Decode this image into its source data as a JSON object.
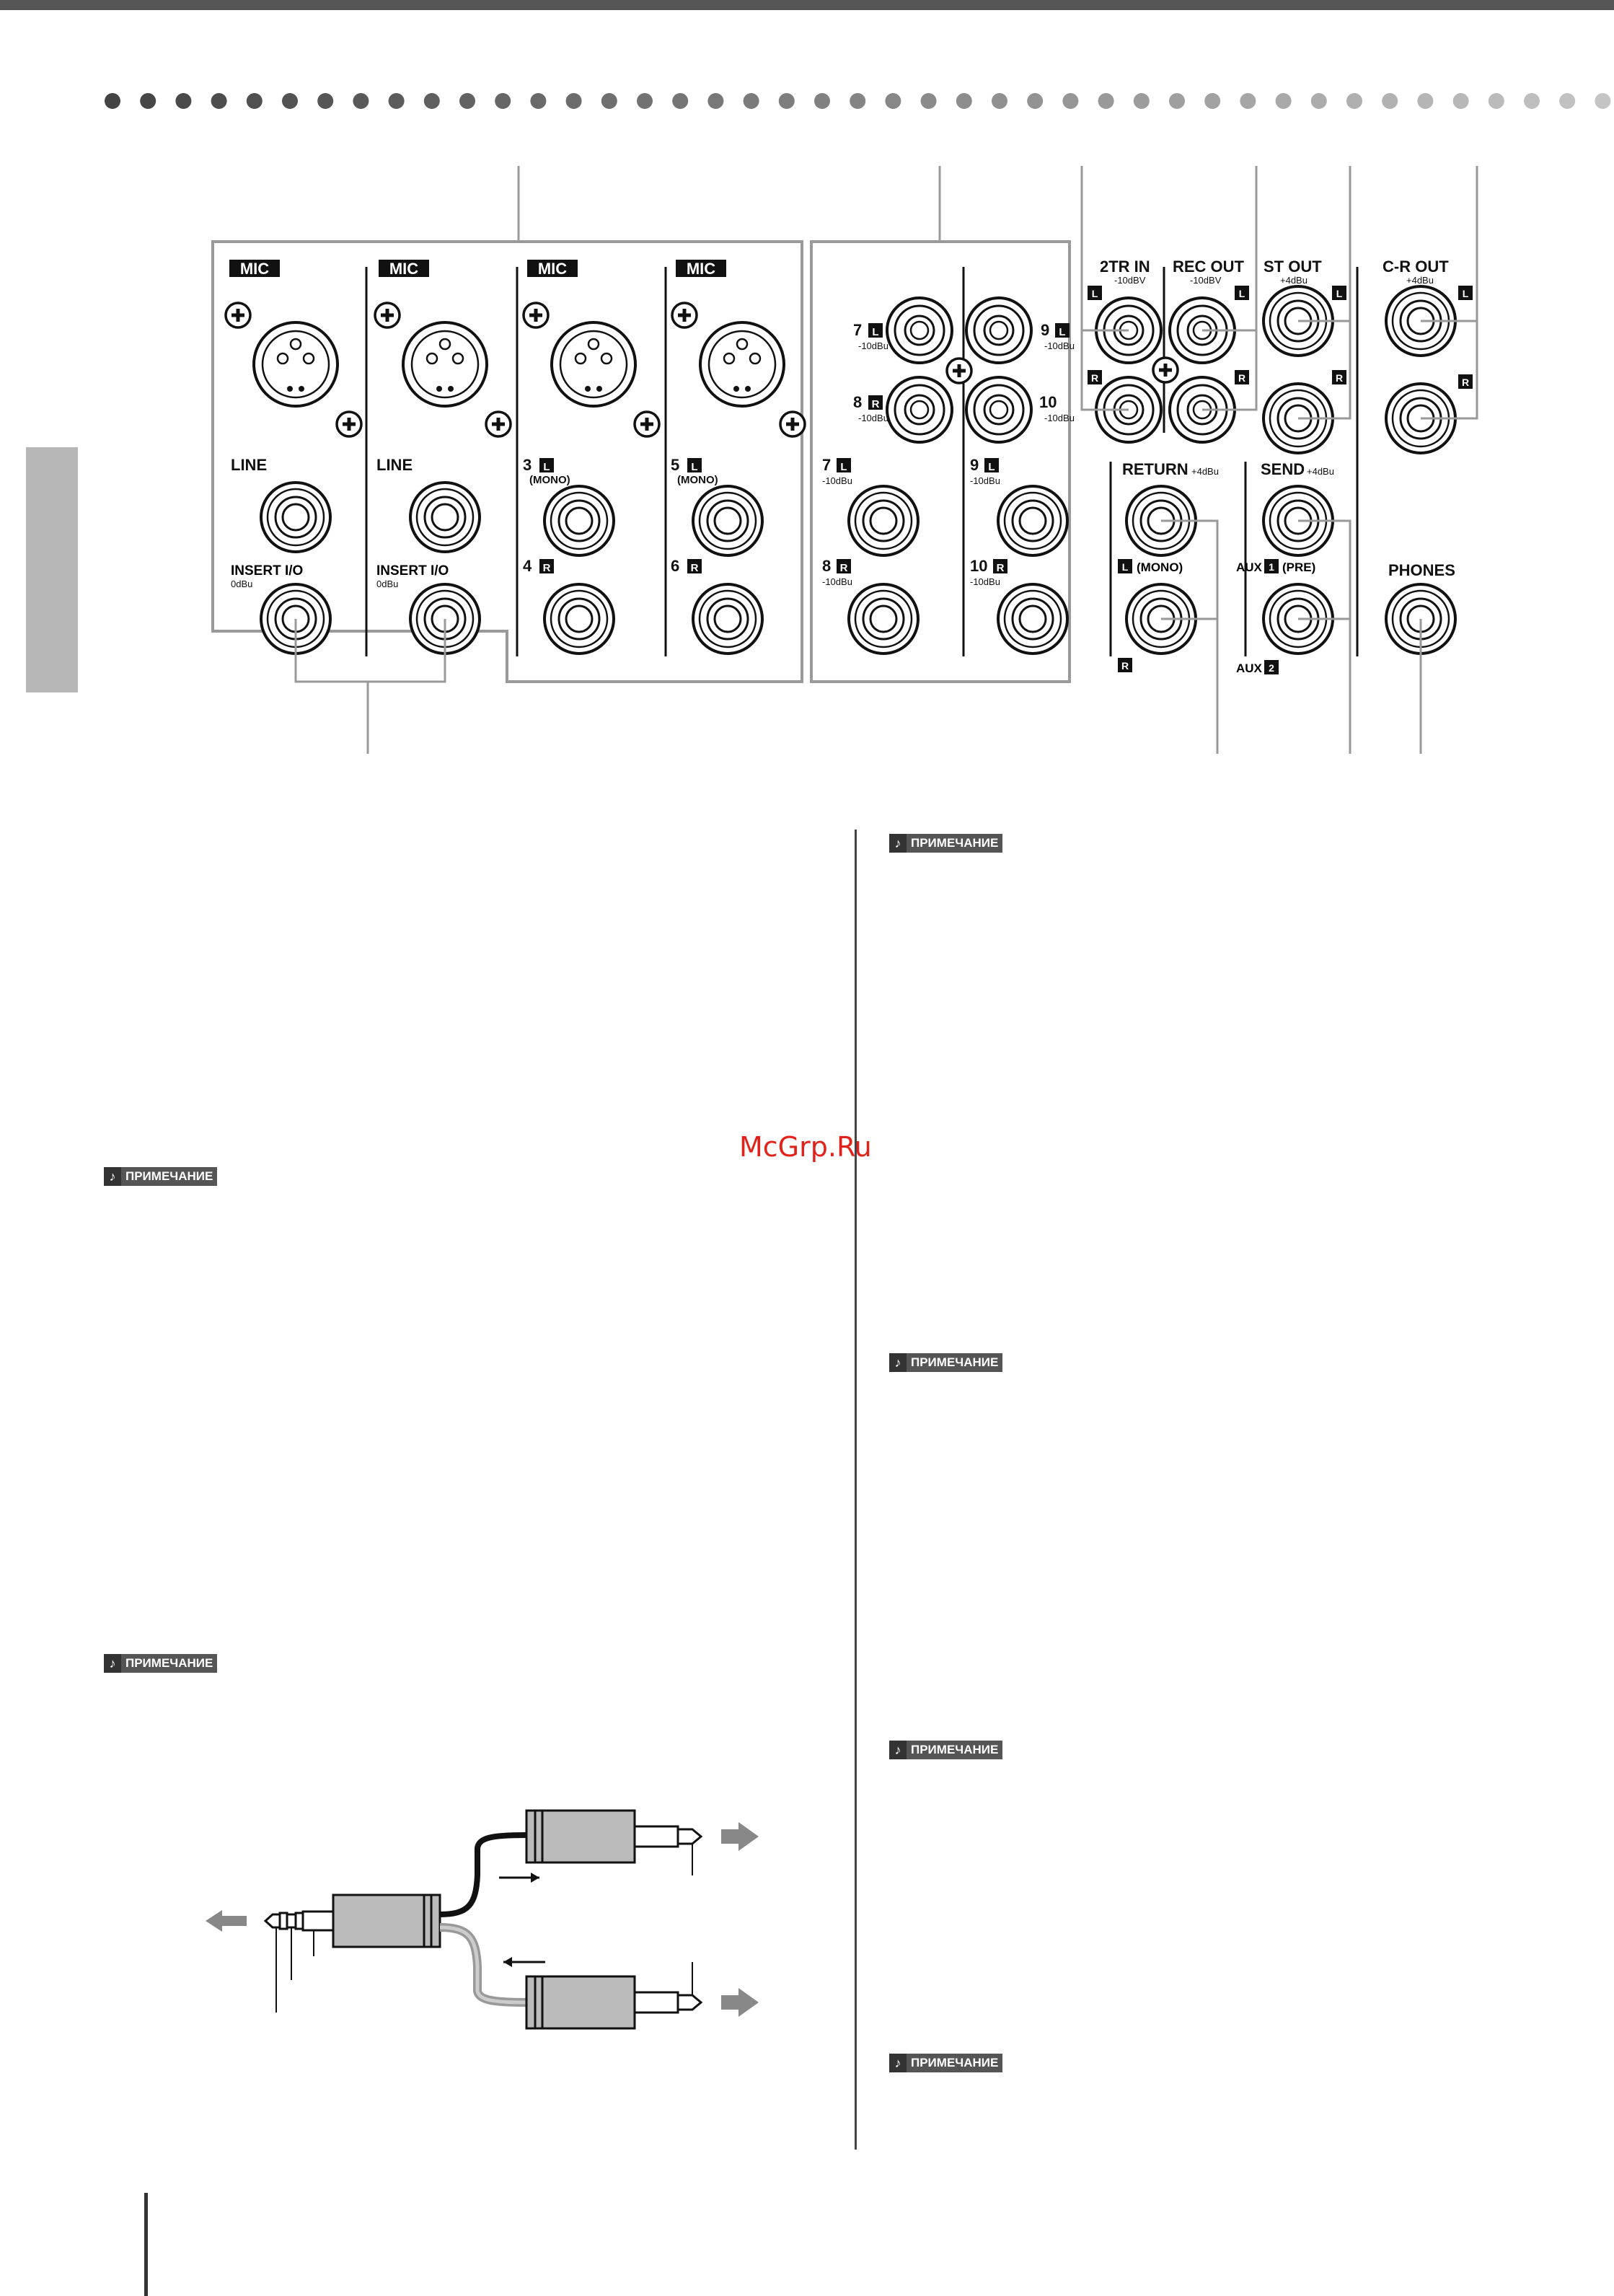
{
  "watermark": "McGrp.Ru",
  "note_label": "ПРИМЕЧАНИЕ",
  "note_icon": "♪",
  "colors": {
    "topbar": "#555555",
    "side_tab": "#b7b7b7",
    "dot": "#555555",
    "watermark": "#e0221b",
    "arrow": "#888888"
  },
  "panel": {
    "mic_label": "MIC",
    "line_label": "LINE",
    "insert_label": "INSERT I/O",
    "insert_level": "0dBu",
    "ch3": "3",
    "ch4": "4",
    "ch5": "5",
    "ch6": "6",
    "mono": "(MONO)",
    "ch7": "7",
    "ch8": "8",
    "ch9": "9",
    "ch10": "10",
    "level_10dbu": "-10dBu",
    "level_10dbv": "-10dBV",
    "level_4dbu": "+4dBu",
    "two_tr_in": "2TR IN",
    "rec_out": "REC OUT",
    "st_out": "ST OUT",
    "cr_out": "C-R OUT",
    "return": "RETURN",
    "send": "SEND",
    "aux": "AUX",
    "pre": "(PRE)",
    "phones": "PHONES",
    "L": "L",
    "R": "R",
    "n1": "1",
    "n2": "2"
  }
}
